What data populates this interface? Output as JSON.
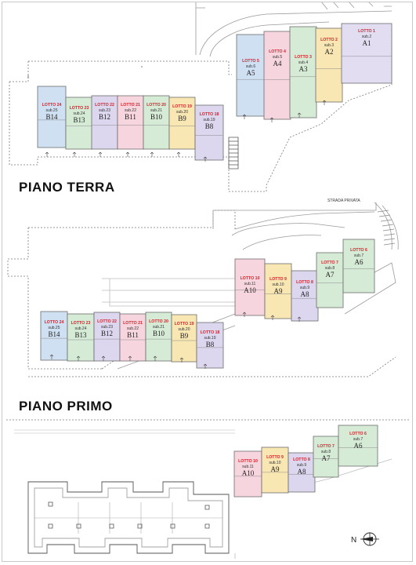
{
  "floors": {
    "terra": {
      "title": "PIANO TERRA"
    },
    "primo": {
      "title": "PIANO PRIMO"
    },
    "secondo": {
      "title": ""
    }
  },
  "strada_label": "STRADA PRIVATA",
  "colors": {
    "blue": "#cfe0f3",
    "green": "#d6ebd6",
    "lilac": "#dcd6ee",
    "pink": "#f7d5de",
    "yellow": "#f8e6b3",
    "lavender": "#e2ddf1",
    "lot_red": "#d2232a",
    "line": "#6c6c6c"
  },
  "terra_b": [
    {
      "lotto": "LOTTO 24",
      "sub": "sub.25",
      "unit": "B14",
      "color": "blue"
    },
    {
      "lotto": "LOTTO 23",
      "sub": "sub.24",
      "unit": "B13",
      "color": "green"
    },
    {
      "lotto": "LOTTO 22",
      "sub": "sub.23",
      "unit": "B12",
      "color": "lilac"
    },
    {
      "lotto": "LOTTO 21",
      "sub": "sub.22",
      "unit": "B11",
      "color": "pink"
    },
    {
      "lotto": "LOTTO 20",
      "sub": "sub.21",
      "unit": "B10",
      "color": "green"
    },
    {
      "lotto": "LOTTO 19",
      "sub": "sub.20",
      "unit": "B9",
      "color": "yellow"
    },
    {
      "lotto": "LOTTO 18",
      "sub": "sub.19",
      "unit": "B8",
      "color": "lilac"
    }
  ],
  "terra_a": [
    {
      "lotto": "LOTTO 5",
      "sub": "sub.6",
      "unit": "A5",
      "color": "blue"
    },
    {
      "lotto": "LOTTO 4",
      "sub": "sub.5",
      "unit": "A4",
      "color": "pink"
    },
    {
      "lotto": "LOTTO 3",
      "sub": "sub.4",
      "unit": "A3",
      "color": "green"
    },
    {
      "lotto": "LOTTO 2",
      "sub": "sub.3",
      "unit": "A2",
      "color": "yellow"
    },
    {
      "lotto": "LOTTO 1",
      "sub": "sub.2",
      "unit": "A1",
      "color": "lavender"
    }
  ],
  "primo_b": [
    {
      "lotto": "LOTTO 24",
      "sub": "sub.25",
      "unit": "B14",
      "color": "blue"
    },
    {
      "lotto": "LOTTO 23",
      "sub": "sub.24",
      "unit": "B13",
      "color": "green"
    },
    {
      "lotto": "LOTTO 22",
      "sub": "sub.23",
      "unit": "B12",
      "color": "lilac"
    },
    {
      "lotto": "LOTTO 21",
      "sub": "sub.22",
      "unit": "B11",
      "color": "pink"
    },
    {
      "lotto": "LOTTO 20",
      "sub": "sub.21",
      "unit": "B10",
      "color": "green"
    },
    {
      "lotto": "LOTTO 19",
      "sub": "sub.20",
      "unit": "B9",
      "color": "yellow"
    },
    {
      "lotto": "LOTTO 18",
      "sub": "sub.19",
      "unit": "B8",
      "color": "lilac"
    }
  ],
  "primo_a": [
    {
      "lotto": "LOTTO 10",
      "sub": "sub.11",
      "unit": "A10",
      "color": "pink"
    },
    {
      "lotto": "LOTTO 9",
      "sub": "sub.10",
      "unit": "A9",
      "color": "yellow"
    },
    {
      "lotto": "LOTTO 8",
      "sub": "sub.9",
      "unit": "A8",
      "color": "lilac"
    },
    {
      "lotto": "LOTTO 7",
      "sub": "sub.8",
      "unit": "A7",
      "color": "green"
    },
    {
      "lotto": "LOTTO 6",
      "sub": "sub.7",
      "unit": "A6",
      "color": "green"
    }
  ],
  "secondo_a": [
    {
      "lotto": "LOTTO 10",
      "sub": "sub.11",
      "unit": "A10",
      "color": "pink"
    },
    {
      "lotto": "LOTTO 9",
      "sub": "sub.10",
      "unit": "A9",
      "color": "yellow"
    },
    {
      "lotto": "LOTTO 8",
      "sub": "sub.9",
      "unit": "A8",
      "color": "lilac"
    },
    {
      "lotto": "LOTTO 7",
      "sub": "sub.8",
      "unit": "A7",
      "color": "green"
    },
    {
      "lotto": "LOTTO 6",
      "sub": "sub.7",
      "unit": "A6",
      "color": "green"
    }
  ],
  "compass": {
    "label": "N"
  }
}
